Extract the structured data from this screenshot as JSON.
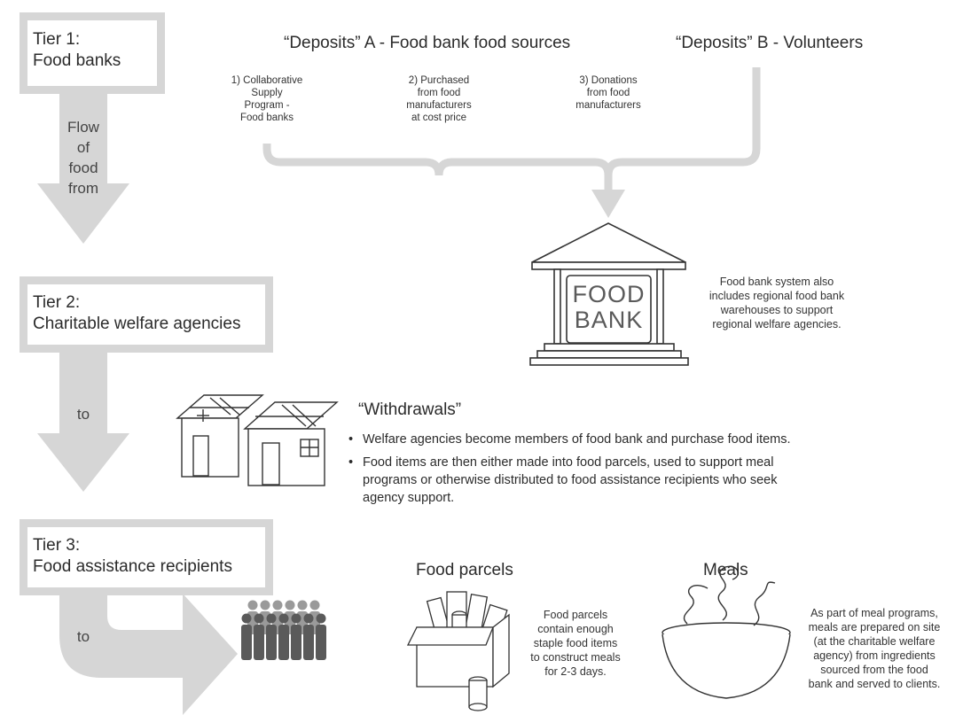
{
  "tiers": [
    {
      "label": "Tier 1:\nFood banks"
    },
    {
      "label": "Tier 2:\nCharitable welfare agencies"
    },
    {
      "label": "Tier 3:\nFood assistance recipients"
    }
  ],
  "flow_labels": [
    "Flow\nof\nfood\nfrom",
    "to",
    "to"
  ],
  "deposits_a": {
    "title": "“Deposits” A - Food bank food sources",
    "sources": [
      "1) Collaborative\nSupply\nProgram -\nFood banks",
      "2) Purchased\nfrom food\nmanufacturers\nat cost price",
      "3) Donations\nfrom food\nmanufacturers"
    ]
  },
  "deposits_b": {
    "title": "“Deposits” B - Volunteers"
  },
  "food_bank": {
    "sign_line1": "FOOD",
    "sign_line2": "BANK",
    "note": "Food bank system also\nincludes regional food bank\nwarehouses to support\nregional welfare agencies."
  },
  "withdrawals": {
    "title": "“Withdrawals”",
    "bullets": [
      "Welfare agencies become members of food bank and purchase food items.",
      "Food items are then either made into food parcels, used to support meal programs or otherwise distributed to food assistance recipients who seek agency support."
    ]
  },
  "food_parcels": {
    "title": "Food parcels",
    "note": "Food parcels\ncontain enough\nstaple food items\nto construct meals\nfor 2-3 days."
  },
  "meals": {
    "title": "Meals",
    "note": "As part of meal programs,\nmeals are prepared on site\n(at the charitable welfare\nagency) from ingredients\nsourced from the food\nbank and served to clients."
  }
}
